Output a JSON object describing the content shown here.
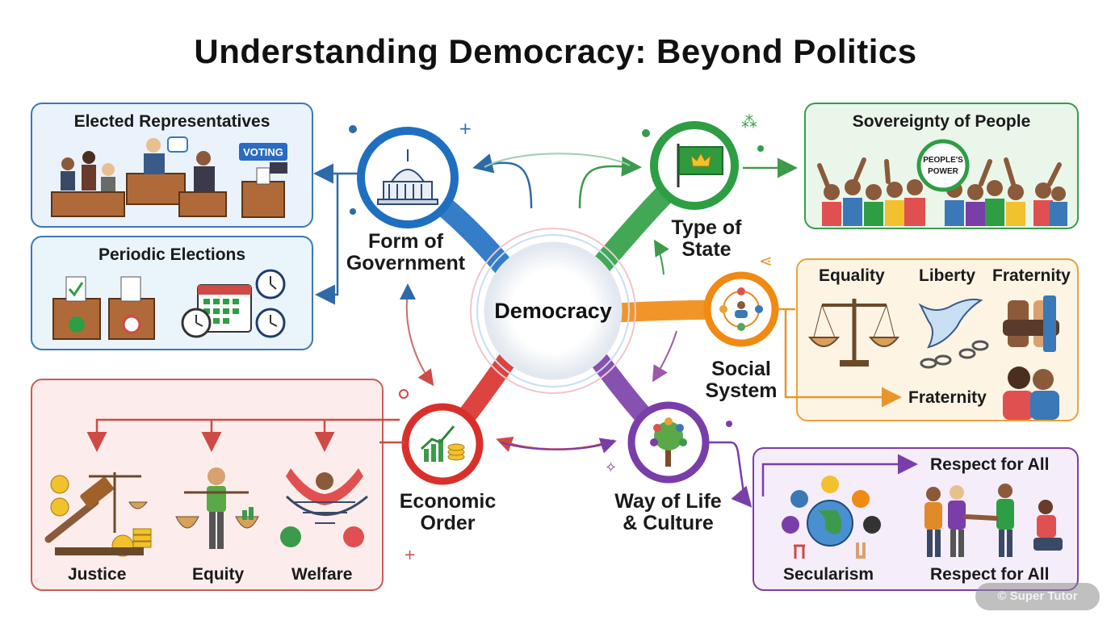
{
  "title": "Understanding Democracy: Beyond Politics",
  "center": {
    "label": "Democracy"
  },
  "nodes": {
    "form_of_government": {
      "line1": "Form of",
      "line2": "Government",
      "icon": "capitol-building-icon",
      "color": "#1f6fc1"
    },
    "type_of_state": {
      "line1": "Type of",
      "line2": "State",
      "icon": "crown-flag-icon",
      "color": "#2e9e44"
    },
    "social_system": {
      "line1": "Social",
      "line2": "System",
      "icon": "people-circle-icon",
      "color": "#f08a12"
    },
    "way_of_life": {
      "line1": "Way of Life",
      "line2": "& Culture",
      "icon": "tree-icon",
      "color": "#7a3ea8"
    },
    "economic_order": {
      "line1": "Economic",
      "line2": "Order",
      "icon": "growth-chart-coins-icon",
      "color": "#d9302b"
    }
  },
  "panels": {
    "elected": {
      "title": "Elected Representatives",
      "badge": "VOTING",
      "color": "#2f6aa8",
      "bg": "#e8f1fb"
    },
    "elections": {
      "title": "Periodic Elections",
      "color": "#2f6aa8",
      "bg": "#e8f3fb"
    },
    "sovereignty": {
      "title": "Sovereignty of People",
      "sign": "PEOPLE'S POWER",
      "color": "#3c9a4c",
      "bg": "#e9f6e9"
    },
    "social": {
      "equality": "Equality",
      "liberty": "Liberty",
      "fraternity_top": "Fraternity",
      "fraternity_bottom": "Fraternity",
      "color": "#e8a23a",
      "bg": "#fdf3e3"
    },
    "culture": {
      "respect_top": "Respect for All",
      "secularism": "Secularism",
      "respect_bottom": "Respect for All",
      "color": "#7a3ea8",
      "bg": "#f4ecf8"
    },
    "economic": {
      "justice": "Justice",
      "equity": "Equity",
      "welfare": "Welfare",
      "color": "#cf5a55",
      "bg": "#fbeceb"
    }
  },
  "watermark": "© Super Tutor"
}
